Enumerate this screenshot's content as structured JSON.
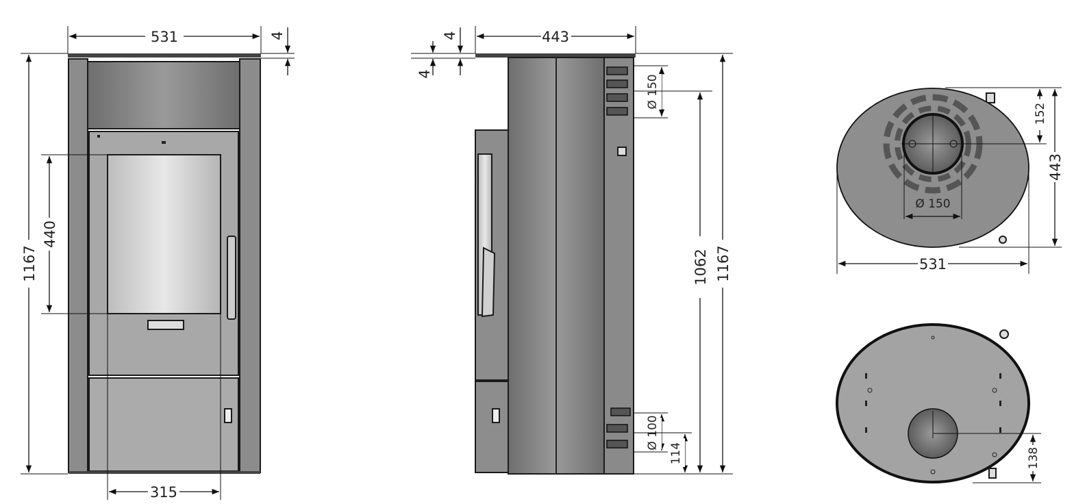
{
  "colors": {
    "body": "#8f8f8f",
    "panel_dark": "#7a7a7a",
    "glass": "#d6d6d6",
    "line": "#111111",
    "door": "#a6a6a6"
  },
  "front_view": {
    "width": "531",
    "top_plate": "4",
    "height": "1167",
    "glass_height": "440",
    "glass_width": "315"
  },
  "side_view": {
    "depth": "443",
    "top_plate_a": "4",
    "top_plate_b": "4",
    "flue_diameter": "Ø 150",
    "flue_height": "1062",
    "height": "1167",
    "air_diameter": "Ø 100",
    "air_height": "114"
  },
  "top_view": {
    "flue_offset": "152",
    "depth": "443",
    "flue_diameter": "Ø 150",
    "width": "531"
  },
  "bottom_view": {
    "air_offset": "138"
  }
}
